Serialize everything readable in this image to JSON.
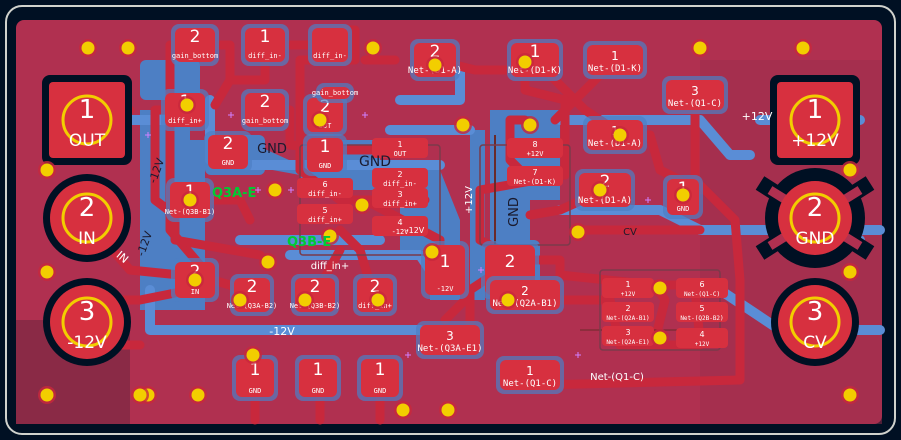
{
  "colors": {
    "background": "#001023",
    "board_outline": "#d0d2cd",
    "copper_fill": "#b03050",
    "copper_fill_dark": "#8a2a46",
    "back_copper": "#4d7fc4",
    "back_copper_light": "#5a8dd6",
    "trace_red": "#c8283c",
    "pad": "#d7303f",
    "drill": "#f2ce00",
    "pad_text": "#ffffff",
    "silk_green": "#00cc33",
    "netlabel_dark": "#1a1a2e"
  },
  "connectors": [
    {
      "number": "1",
      "label": "OUT"
    },
    {
      "number": "2",
      "label": "IN"
    },
    {
      "number": "3",
      "label": "-12V"
    },
    {
      "number": "1",
      "label": "+12V"
    },
    {
      "number": "2",
      "label": "GND"
    },
    {
      "number": "3",
      "label": "CV"
    }
  ],
  "silk_labels": {
    "q3a": "Q3A-E",
    "q3b": "Q3B-E"
  },
  "pads": [
    {
      "num": "2",
      "net": "gain_bottom"
    },
    {
      "num": "1",
      "net": "diff_in-"
    },
    {
      "num": "",
      "net": "diff_in-"
    },
    {
      "num": "1",
      "net": "diff_in+"
    },
    {
      "num": "2",
      "net": "gain_bottom"
    },
    {
      "num": "2",
      "net": "OUT"
    },
    {
      "num": "",
      "net": "gain_bottom"
    },
    {
      "num": "2",
      "net": "GND"
    },
    {
      "num": "1",
      "net": "GND"
    },
    {
      "num": "1",
      "net": "Net-(Q3B-B1)"
    },
    {
      "num": "2",
      "net": "IN"
    },
    {
      "num": "2",
      "net": "Net-(Q3A-B2)"
    },
    {
      "num": "2",
      "net": "Net-(Q3B-B2)"
    },
    {
      "num": "2",
      "net": "diff_in+"
    },
    {
      "num": "2",
      "net": "Net-(D1-A)"
    },
    {
      "num": "1",
      "net": "Net-(D1-K)"
    },
    {
      "num": "1",
      "net": "Net-(D1-K)"
    },
    {
      "num": "3",
      "net": "Net-(Q1-C)"
    },
    {
      "num": "1",
      "net": "Net-(D1-A)"
    },
    {
      "num": "2",
      "net": "Net-(D1-A)"
    },
    {
      "num": "1",
      "net": "GND"
    },
    {
      "num": "1",
      "net": "-12V"
    },
    {
      "num": "2",
      "net": "GND"
    },
    {
      "num": "2",
      "net": "Net-(Q2A-B1)"
    },
    {
      "num": "3",
      "net": "Net-(Q3A-E1)"
    },
    {
      "num": "1",
      "net": "Net-(Q1-C)"
    },
    {
      "num": "1",
      "net": "GND"
    },
    {
      "num": "1",
      "net": "GND"
    },
    {
      "num": "1",
      "net": "GND"
    }
  ],
  "ic_u1": [
    {
      "pin": "1",
      "net": "OUT"
    },
    {
      "pin": "2",
      "net": "diff_in-"
    },
    {
      "pin": "3",
      "net": "diff_in+"
    },
    {
      "pin": "4",
      "net": "-12V"
    },
    {
      "pin": "5",
      "net": "diff_in+"
    },
    {
      "pin": "6",
      "net": "diff_in-"
    },
    {
      "pin": "7",
      "net": "Net-(D1-K)"
    },
    {
      "pin": "8",
      "net": "+12V"
    }
  ],
  "ic_u2": [
    {
      "pin": "1",
      "net": "+12V"
    },
    {
      "pin": "2",
      "net": "Net-(Q2A-B1)"
    },
    {
      "pin": "3",
      "net": "Net-(Q2A-E1)"
    },
    {
      "pin": "4",
      "net": "+12V"
    },
    {
      "pin": "5",
      "net": "Net-(Q2B-B2)"
    },
    {
      "pin": "6",
      "net": "Net-(Q1-C)"
    }
  ],
  "net_labels": [
    {
      "text": "GND"
    },
    {
      "text": "GND"
    },
    {
      "text": "diff_in+"
    },
    {
      "text": "-12V"
    },
    {
      "text": "-12V"
    },
    {
      "text": "IN"
    },
    {
      "text": "+12V"
    },
    {
      "text": "+12V"
    },
    {
      "text": "-12V"
    },
    {
      "text": "Net-(Q1-C)"
    },
    {
      "text": "CV"
    },
    {
      "text": "GND"
    },
    {
      "text": "-12V"
    }
  ]
}
